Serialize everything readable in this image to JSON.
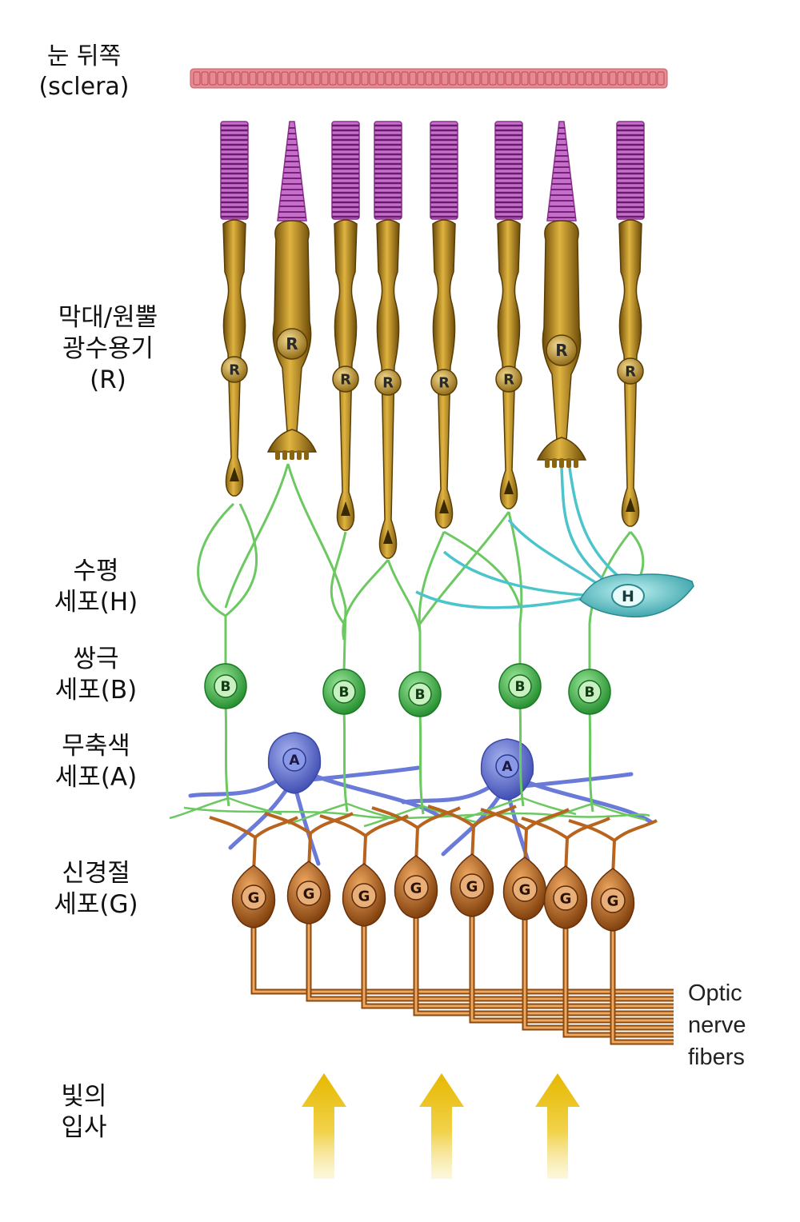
{
  "labels": {
    "sclera": [
      "눈 뒤쪽",
      "(sclera)"
    ],
    "photoreceptor": [
      "막대/원뿔",
      "광수용기",
      "(R)"
    ],
    "horizontal": [
      "수평",
      "세포(H)"
    ],
    "bipolar": [
      "쌍극",
      "세포(B)"
    ],
    "amacrine": [
      "무축색",
      "세포(A)"
    ],
    "ganglion": [
      "신경절",
      "세포(G)"
    ],
    "light": [
      "빛의",
      "입사"
    ],
    "optic": [
      "Optic",
      "nerve",
      "fibers"
    ]
  },
  "cell_letters": {
    "photoreceptor": "R",
    "horizontal": "H",
    "bipolar": "B",
    "amacrine": "A",
    "ganglion": "G"
  },
  "photoreceptors": [
    "rod",
    "cone",
    "rod",
    "rod",
    "rod",
    "rod",
    "cone",
    "rod"
  ],
  "colors": {
    "sclera": "#e88a92",
    "outer_segment": "#8a2f8c",
    "photoreceptor_body": "#b8860b",
    "bipolar": "#3cb043",
    "horizontal": "#3fb8c0",
    "amacrine": "#5b6fd0",
    "ganglion": "#b8641e",
    "light_arrow": "#e8c020"
  }
}
